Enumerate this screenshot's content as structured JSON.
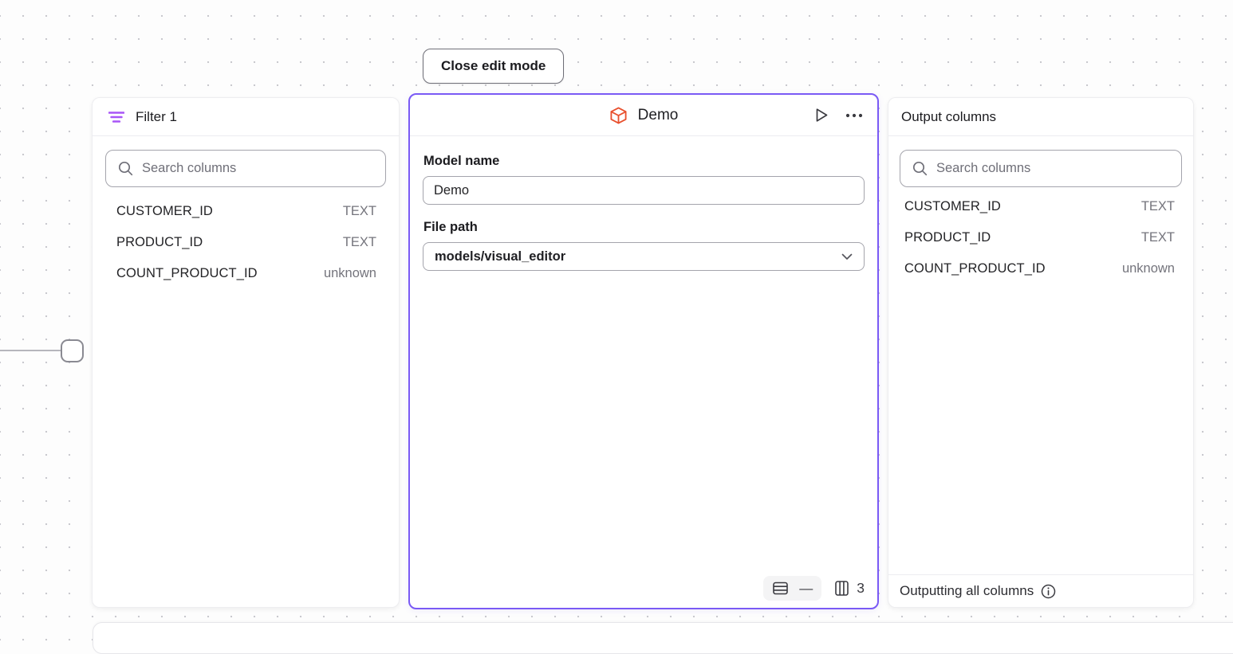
{
  "canvas": {
    "close_edit_button": "Close edit mode"
  },
  "filter_panel": {
    "title": "Filter 1",
    "search_placeholder": "Search columns",
    "columns": [
      {
        "name": "CUSTOMER_ID",
        "type": "TEXT"
      },
      {
        "name": "PRODUCT_ID",
        "type": "TEXT"
      },
      {
        "name": "COUNT_PRODUCT_ID",
        "type": "unknown"
      }
    ]
  },
  "model_panel": {
    "title": "Demo",
    "model_name_label": "Model name",
    "model_name_value": "Demo",
    "file_path_label": "File path",
    "file_path_value": "models/visual_editor",
    "row_count": "—",
    "column_count": "3"
  },
  "output_panel": {
    "title": "Output columns",
    "search_placeholder": "Search columns",
    "columns": [
      {
        "name": "CUSTOMER_ID",
        "type": "TEXT"
      },
      {
        "name": "PRODUCT_ID",
        "type": "TEXT"
      },
      {
        "name": "COUNT_PRODUCT_ID",
        "type": "unknown"
      }
    ],
    "footer_text": "Outputting all columns"
  },
  "colors": {
    "accent_purple": "#7a5af5",
    "filter_icon_purple": "#a855f7",
    "model_icon_orange": "#e8502e"
  }
}
